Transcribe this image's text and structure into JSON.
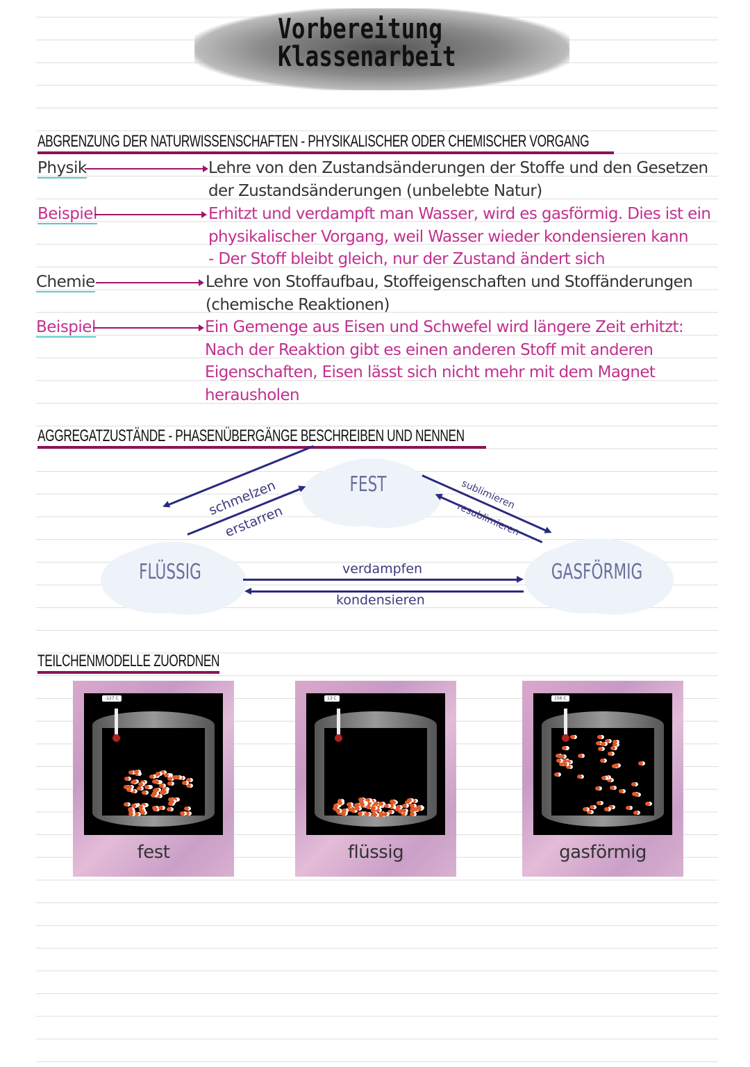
{
  "title": {
    "line1": "Vorbereitung",
    "line2": "Klassenarbeit"
  },
  "section1": {
    "heading": "ABGRENZUNG DER NATURWISSENSCHAFTEN  -  PHYSIKALISCHER ODER CHEMISCHER VORGANG",
    "entries": [
      {
        "label": "Physik",
        "lines": [
          "Lehre von den Zustandsänderungen der Stoffe und den Gesetzen",
          "der Zustandsänderungen (unbelebte Natur)"
        ]
      },
      {
        "label": "Beispiel",
        "lines": [
          "Erhitzt und verdampft man Wasser, wird es gasförmig. Dies ist ein",
          "physikalischer Vorgang, weil Wasser wieder kondensieren kann",
          "- Der Stoff bleibt gleich, nur der Zustand ändert sich"
        ]
      },
      {
        "label": "Chemie",
        "lines": [
          "Lehre von Stoffaufbau, Stoffeigenschaften und Stoffänderungen",
          "(chemische Reaktionen)"
        ]
      },
      {
        "label": "Beispiel",
        "lines": [
          "Ein Gemenge aus Eisen und Schwefel wird längere Zeit erhitzt:",
          "Nach der Reaktion gibt es einen anderen Stoff mit anderen",
          "Eigenschaften, Eisen lässt sich nicht mehr mit dem Magnet",
          "herausholen"
        ]
      }
    ]
  },
  "section2": {
    "heading": "AGGREGATZUSTÄNDE  -  PHASENÜBERGÄNGE BESCHREIBEN UND NENNEN",
    "states": {
      "solid": "FEST",
      "liquid": "FLÜSSIG",
      "gas": "GASFÖRMIG"
    },
    "transitions": {
      "melt": "schmelzen",
      "freeze": "erstarren",
      "sublimate": "sublimieren",
      "resublimate": "resublimieren",
      "evaporate": "verdampfen",
      "condense": "kondensieren"
    }
  },
  "section3": {
    "heading": "TEILCHENMODELLE ZUORDNEN",
    "cards": [
      {
        "label": "fest",
        "temp": "-127 C"
      },
      {
        "label": "flüssig",
        "temp": "13 C"
      },
      {
        "label": "gasförmig",
        "temp": "156 C"
      }
    ]
  },
  "colors": {
    "accent": "#c2308f",
    "arrow": "#a0146a",
    "navy": "#2a2a80",
    "underline": "#59c8c8"
  }
}
